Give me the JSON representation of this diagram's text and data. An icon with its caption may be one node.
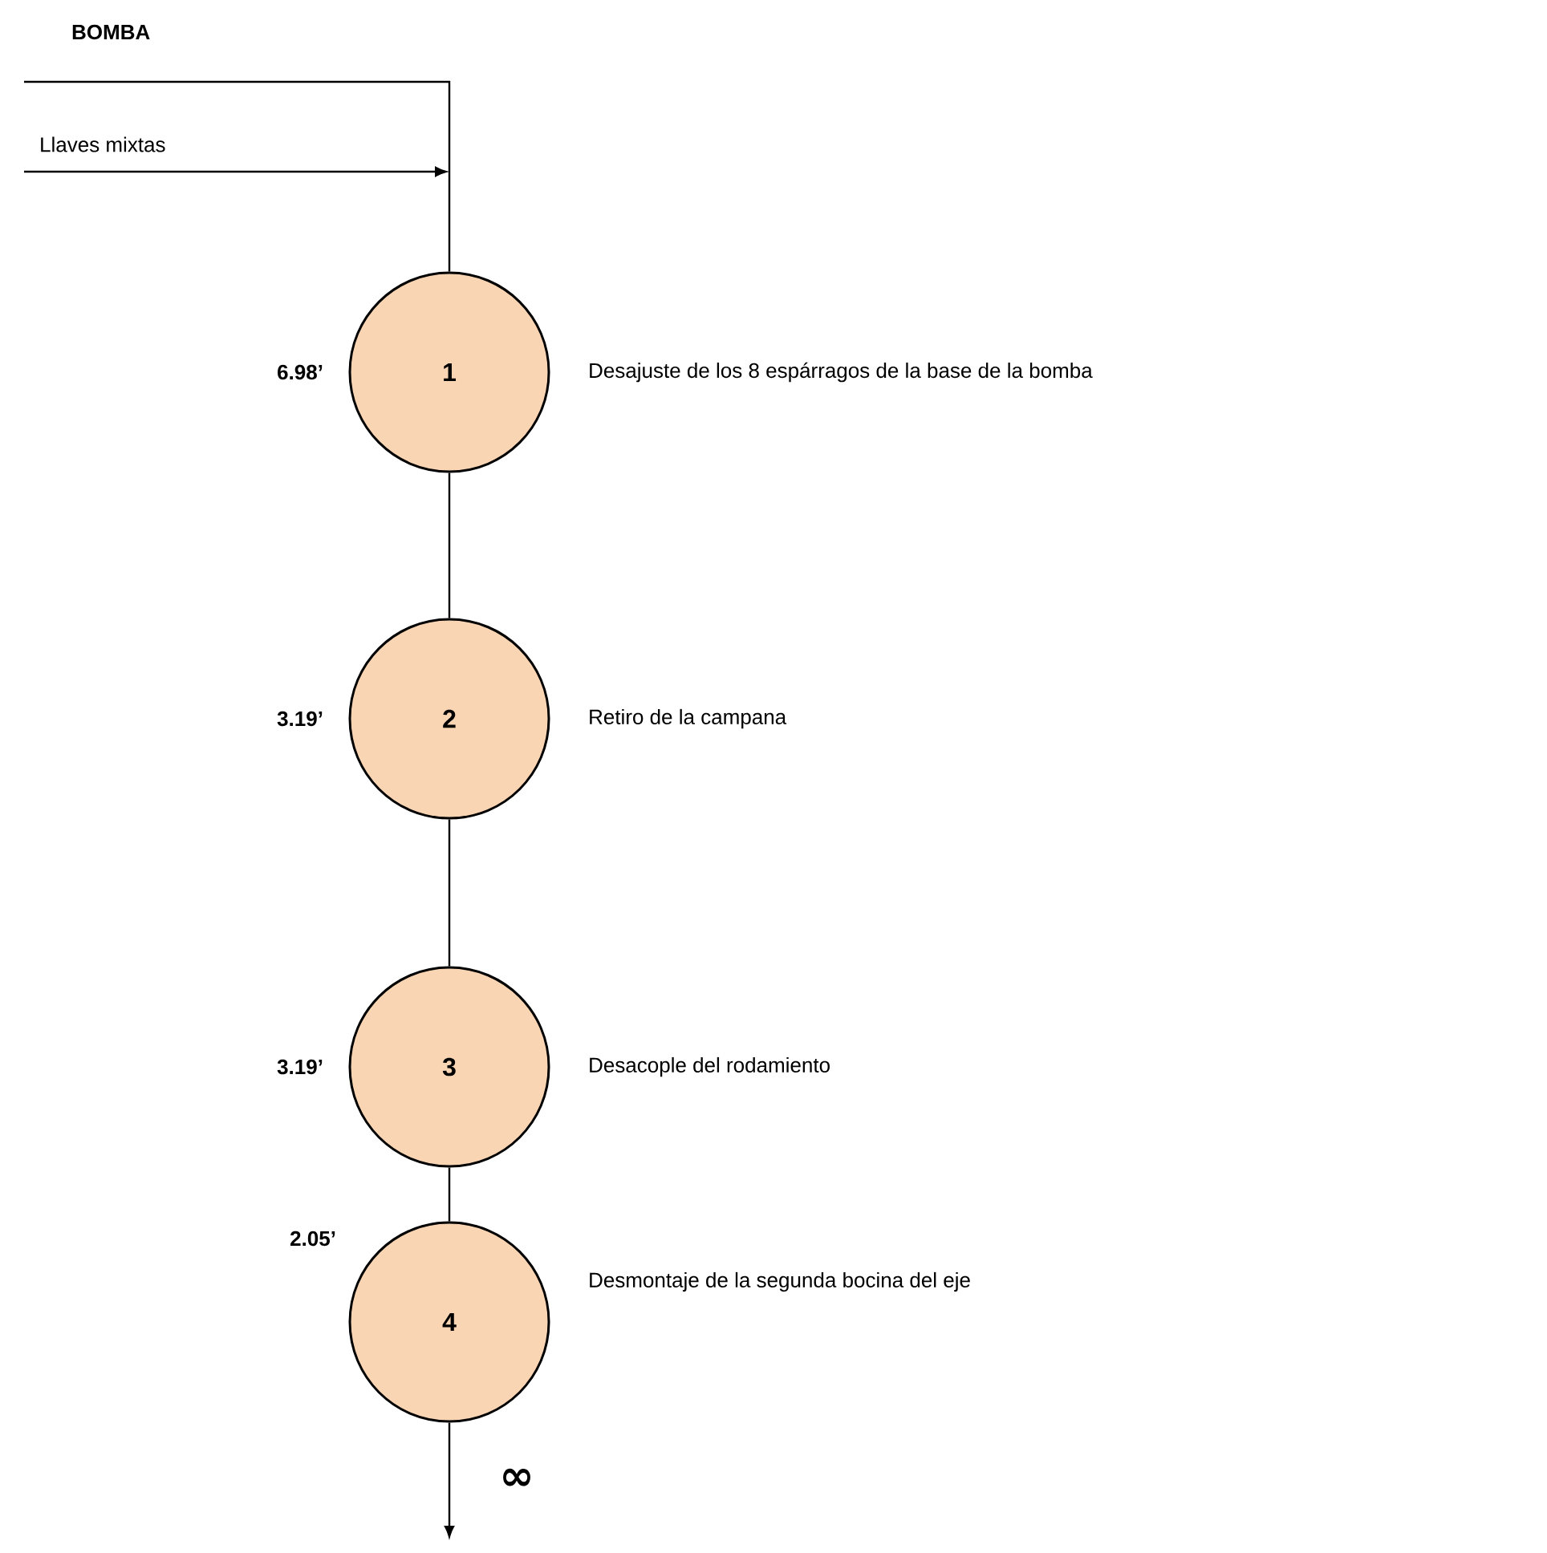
{
  "diagram": {
    "title": "BOMBA",
    "nodes": [
      {
        "text": [
          "1"
        ],
        "beside": [
          "6.98’",
          "Desajuste de los 8 espárragos de la base de la bomba"
        ]
      },
      {
        "text": [
          "2"
        ],
        "beside": [
          "3.19’",
          "Retiro de la campana"
        ]
      },
      {
        "text": [
          "3"
        ],
        "beside": [
          "3.19’",
          "Desacople del rodamiento"
        ]
      },
      {
        "text": [
          "4"
        ],
        "beside": [
          "2.05’",
          "Desmontaje de la segunda bocina del eje"
        ]
      }
    ],
    "edges": [
      {
        "from": null,
        "to": 0,
        "arrow": "none"
      },
      {
        "from": null,
        "to": 0,
        "arrow": "to",
        "label": "Llaves mixtas"
      },
      {
        "from": 0,
        "to": 1,
        "arrow": "none"
      },
      {
        "from": 1,
        "to": 2,
        "arrow": "none"
      },
      {
        "from": 2,
        "to": 3,
        "arrow": "none"
      },
      {
        "from": 3,
        "to": null,
        "arrow": "to",
        "label": "∞"
      }
    ]
  }
}
